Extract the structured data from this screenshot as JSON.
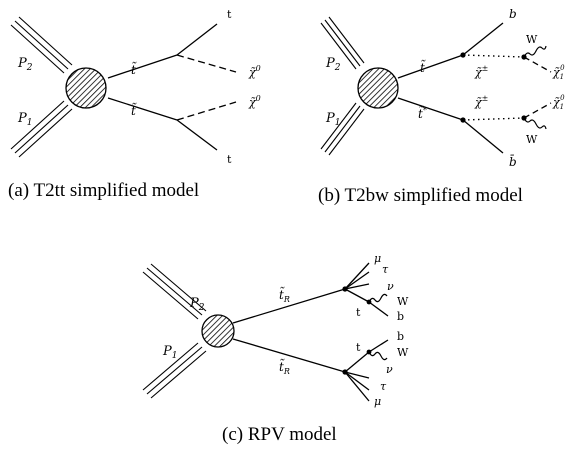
{
  "captions": {
    "a": "(a) T2tt simplified model",
    "b": "(b) T2bw simplified model",
    "c": "(c) RPV model"
  },
  "diagram_a": {
    "p2": "P",
    "p2_sub": "2",
    "p1": "P",
    "p1_sub": "1",
    "stop_upper": "t̃",
    "stop_lower": "t̃",
    "top_upper": "t",
    "top_lower": "t",
    "lsp_upper": "χ̃",
    "lsp_upper_sup": "0",
    "lsp_lower": "χ̃",
    "lsp_lower_sup": "0"
  },
  "diagram_b": {
    "p2": "P",
    "p2_sub": "2",
    "p1": "P",
    "p1_sub": "1",
    "stop_upper": "t̃",
    "stop_lower": "t̃",
    "stop_lower_sup": "*",
    "b_upper": "b",
    "b_lower": "b̄",
    "chargino_upper": "χ̃",
    "chargino_upper_sup": "±",
    "chargino_lower": "χ̃",
    "chargino_lower_sup": "±",
    "w_upper": "W",
    "w_lower": "W",
    "lsp_upper": "χ̃",
    "lsp_upper_sub": "1",
    "lsp_upper_sup": "0",
    "lsp_lower": "χ̃",
    "lsp_lower_sub": "1",
    "lsp_lower_sup": "0"
  },
  "diagram_c": {
    "p2": "P",
    "p2_sub": "2",
    "p1": "P",
    "p1_sub": "1",
    "stop_upper": "t̃",
    "stop_upper_sub": "R",
    "stop_lower": "t̃",
    "stop_lower_sub": "R",
    "upper_mu": "μ",
    "upper_tau": "τ",
    "upper_nu": "ν",
    "upper_w": "W",
    "upper_b": "b",
    "upper_t": "t",
    "lower_b": "b",
    "lower_w": "W",
    "lower_nu": "ν",
    "lower_tau": "τ",
    "lower_mu": "μ",
    "lower_t": "t"
  }
}
